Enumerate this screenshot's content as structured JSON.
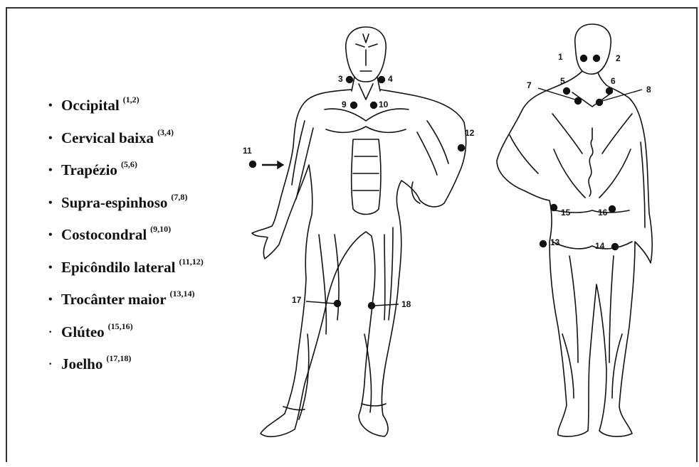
{
  "legend": [
    {
      "name": "Occipital",
      "refs": "(1,2)"
    },
    {
      "name": "Cervical baixa",
      "refs": "(3,4)"
    },
    {
      "name": "Trapézio",
      "refs": "(5,6)"
    },
    {
      "name": "Supra-espinhoso",
      "refs": "(7,8)"
    },
    {
      "name": "Costocondral",
      "refs": "(9,10)"
    },
    {
      "name": "Epicôndilo lateral",
      "refs": "(11,12)"
    },
    {
      "name": "Trocânter maior",
      "refs": "(13,14)"
    },
    {
      "name": "Glúteo",
      "refs": "(15,16)"
    },
    {
      "name": "Joelho",
      "refs": "(17,18)"
    }
  ],
  "bullets": {
    "round": "•",
    "small": "·"
  },
  "points": {
    "p1": "1",
    "p2": "2",
    "p3": "3",
    "p4": "4",
    "p5": "5",
    "p6": "6",
    "p7": "7",
    "p8": "8",
    "p9": "9",
    "p10": "10",
    "p11": "11",
    "p12": "12",
    "p13": "13",
    "p14": "14",
    "p15": "15",
    "p16": "16",
    "p17": "17",
    "p18": "18"
  },
  "colors": {
    "ink": "#111111",
    "frame": "#333333",
    "background": "#ffffff"
  }
}
